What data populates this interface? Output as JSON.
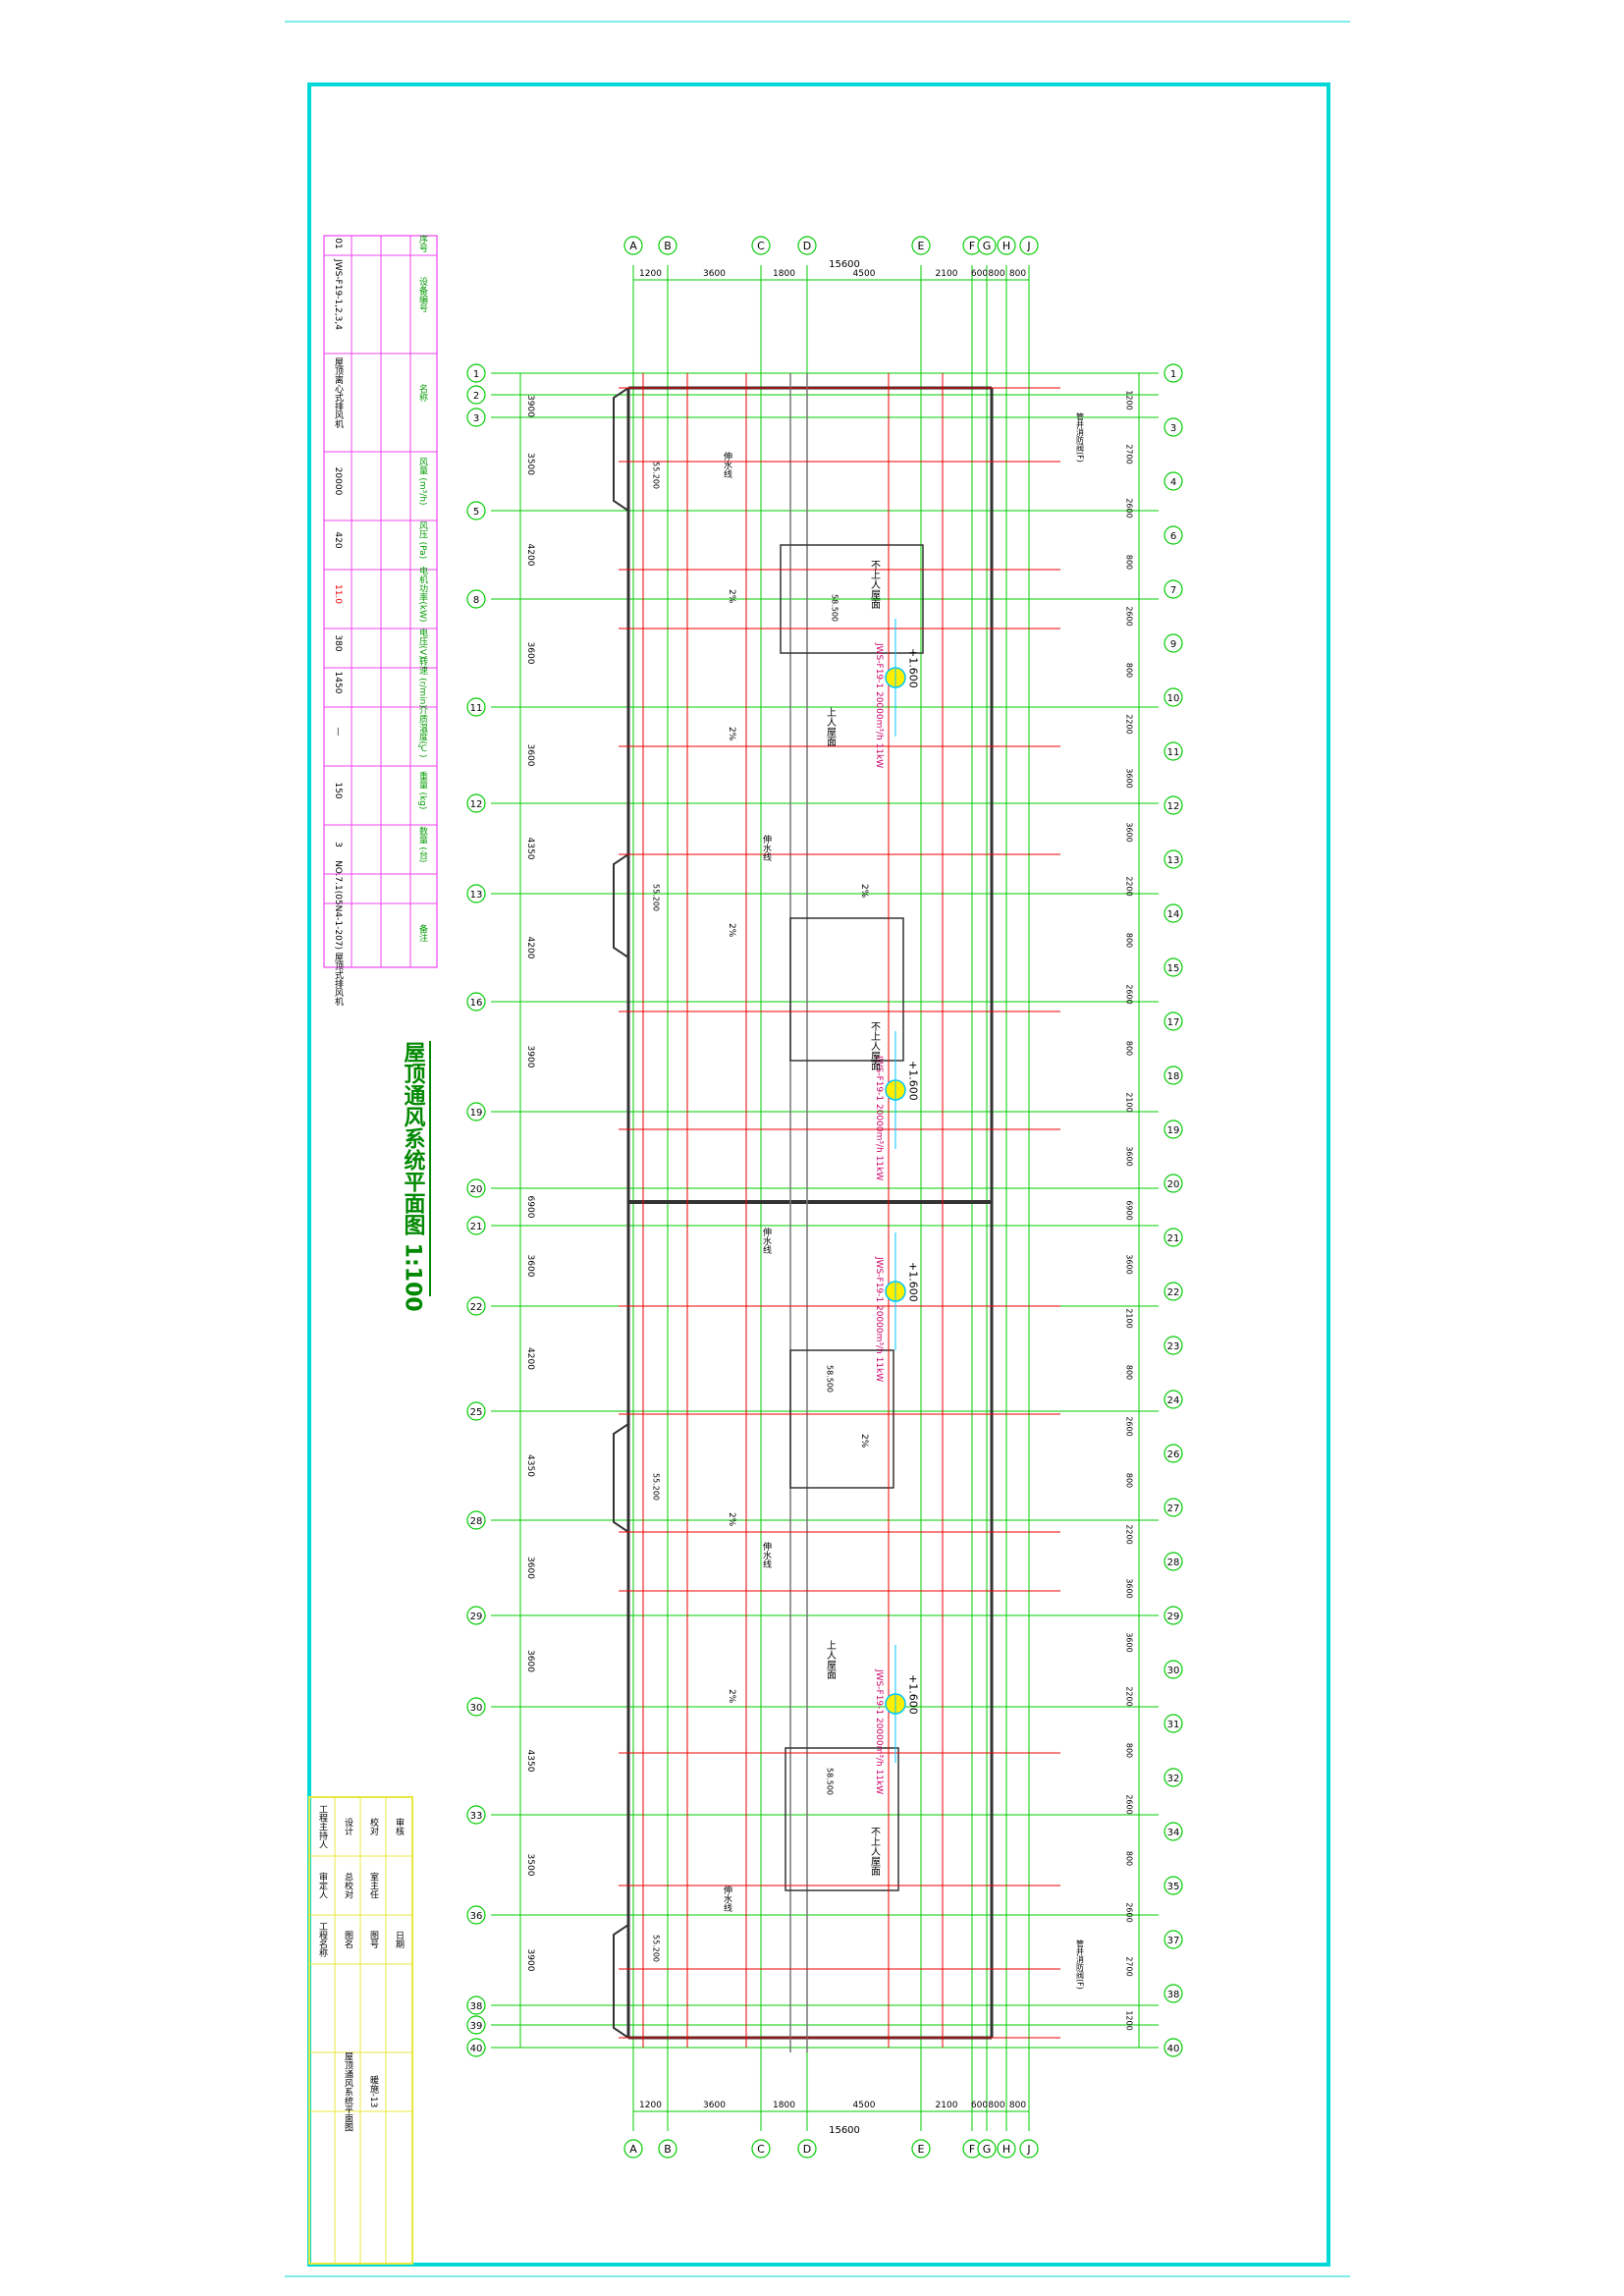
{
  "drawing": {
    "title": "屋顶通风系统平面图 1:100",
    "total_width_dim": "15600",
    "colors": {
      "frame": "#00d8d8",
      "grid": "#00cc00",
      "wall": "#333333",
      "red_line": "#ee0000",
      "equipment": "#00c8ff",
      "table_border": "#ee44ee",
      "title_block": "#e8e840",
      "label": "#009900"
    }
  },
  "axes": {
    "letters": [
      "A",
      "B",
      "C",
      "D",
      "E",
      "F",
      "G",
      "H",
      "J"
    ],
    "letter_dims": [
      "1200",
      "3600",
      "1800",
      "4500",
      "2100",
      "600",
      "800",
      "800"
    ],
    "numbers": [
      "1",
      "2",
      "3",
      "5",
      "8",
      "11",
      "12",
      "13",
      "16",
      "19",
      "20",
      "21",
      "22",
      "25",
      "28",
      "29",
      "30",
      "33",
      "36",
      "38",
      "39",
      "40"
    ],
    "number_dims": [
      "3900",
      "3500",
      "4200",
      "3600",
      "3600",
      "4350",
      "4200",
      "3900",
      "6900",
      "3600",
      "4200",
      "4350",
      "3600",
      "3600",
      "4350",
      "3500",
      "3900"
    ],
    "right_numbers": [
      "1",
      "3",
      "4",
      "6",
      "7",
      "9",
      "10",
      "11",
      "12",
      "13",
      "14",
      "15",
      "17",
      "18",
      "19",
      "20",
      "21",
      "22",
      "23",
      "24",
      "26",
      "27",
      "28",
      "29",
      "30",
      "31",
      "32",
      "34",
      "35",
      "37",
      "38",
      "40"
    ],
    "right_dims": [
      "1200",
      "2700",
      "2600",
      "800",
      "2600",
      "800",
      "2200",
      "3600",
      "3600",
      "2200",
      "800",
      "2600",
      "800",
      "2100",
      "3600",
      "6900",
      "3600",
      "2100",
      "800",
      "2600",
      "800",
      "2200",
      "3600",
      "3600",
      "2200",
      "800",
      "2600",
      "800",
      "2600",
      "2700",
      "1200"
    ]
  },
  "equipment_table": {
    "headers": [
      "序号",
      "设备编号",
      "名称",
      "风量 (m³/h)",
      "风压 (Pa)",
      "电机功率(kW)",
      "电压(V)",
      "转速 (r/min)",
      "介质温度(℃)",
      "重量 (kg)",
      "数量 (台)",
      "备注"
    ],
    "row": [
      "01",
      "JWS-F19-1,2,3,4",
      "屋顶离心式排风机",
      "20000",
      "420",
      "11.0",
      "380",
      "1450",
      "—",
      "150",
      "3",
      "NO.7.1(05N4-1-207) 屋顶式排风机"
    ]
  },
  "annotations": {
    "roof_fan_label": "JWS-F19-1 20000m³/h 11kW",
    "roof_opening": "不上人屋面",
    "roof_access": "上人屋面",
    "drain": "伸水线",
    "elevation_a": "+1.600",
    "elevation_b": "58.500",
    "elevation_c": "55.200",
    "slope": "2%",
    "duct_note": "管井消防阀(F)"
  },
  "title_block": {
    "rows": [
      [
        "工程主持人",
        "审定人",
        "工程名称",
        ""
      ],
      [
        "设计",
        "总校对",
        "图名",
        "屋顶通风系统平面图"
      ],
      [
        "校对",
        "室主任",
        "图号",
        "暖施-13"
      ],
      [
        "审核",
        "",
        "日期",
        ""
      ]
    ]
  }
}
